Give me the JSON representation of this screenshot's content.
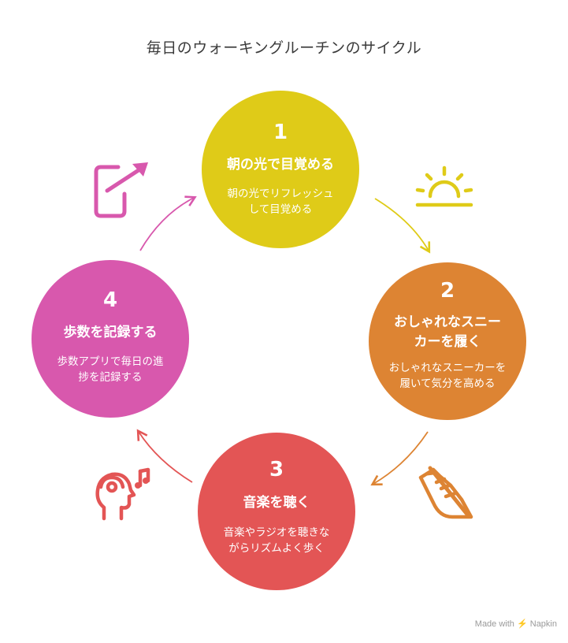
{
  "title": "毎日のウォーキングルーチンのサイクル",
  "steps": [
    {
      "num": "1",
      "title": "朝の光で目覚める",
      "desc": [
        "朝の光でリフレッシュ",
        "して目覚める"
      ],
      "color": "#dfcb18",
      "icon": "sunrise-icon"
    },
    {
      "num": "2",
      "title": [
        "おしゃれなスニー",
        "カーを履く"
      ],
      "desc": [
        "おしゃれなスニーカーを",
        "履いて気分を高める"
      ],
      "color": "#dd8433",
      "icon": "sneaker-icon"
    },
    {
      "num": "3",
      "title": "音楽を聴く",
      "desc": [
        "音楽やラジオを聴きな",
        "がらリズムよく歩く"
      ],
      "color": "#e35555",
      "icon": "listening-music-icon"
    },
    {
      "num": "4",
      "title": "歩数を記録する",
      "desc": [
        "歩数アプリで毎日の進",
        "捗を記録する"
      ],
      "color": "#d858ad",
      "icon": "phone-progress-icon"
    }
  ],
  "brand": {
    "made_with": "Made with",
    "name": "Napkin"
  }
}
